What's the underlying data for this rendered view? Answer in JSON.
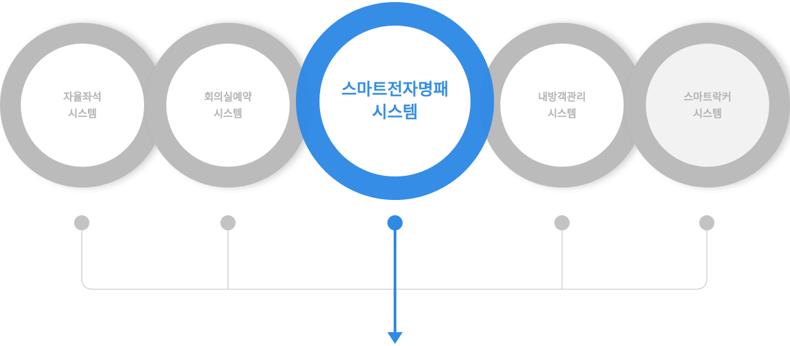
{
  "nodes": [
    {
      "line1": "자율좌석",
      "line2": "시스템",
      "active": false
    },
    {
      "line1": "회의실예약",
      "line2": "시스템",
      "active": false
    },
    {
      "line1": "스마트전자명패",
      "line2": "시스템",
      "active": true
    },
    {
      "line1": "내방객관리",
      "line2": "시스템",
      "active": false
    },
    {
      "line1": "스마트락커",
      "line2": "시스템",
      "active": false
    }
  ],
  "colors": {
    "accent": "#2f8ae6",
    "inactive_ring": "#bbbbbb",
    "inactive_text": "#b3b3b3",
    "connector": "#cccccc"
  }
}
